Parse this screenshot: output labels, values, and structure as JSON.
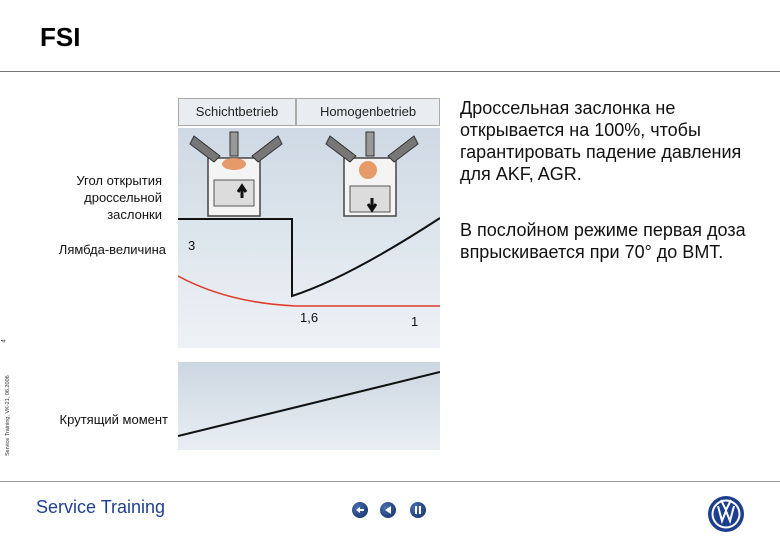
{
  "header": {
    "title": "FSI"
  },
  "side": {
    "footer_text": "Service Training, VK-21, 06.2006",
    "page_number": "4"
  },
  "diagram": {
    "mode_stratified": "Schichtbetrieb",
    "mode_homogeneous": "Homogenbetrieb",
    "label_throttle": "Угол открытия дроссельной заслонки",
    "label_lambda": "Лямбда-величина",
    "label_torque": "Крутящий момент",
    "value_3": "3",
    "value_16": "1,6",
    "value_1": "1",
    "colors": {
      "throttle_line": "#111111",
      "lambda_line": "#e03a2a",
      "panel": "#d6dfe8"
    }
  },
  "notes": {
    "paragraph1": "Дроссельная заслонка не открывается на  100%, чтобы гарантировать падение давления для AKF, AGR.",
    "paragraph2": "В послойном режиме первая доза впрыскивается при 70° до ВМТ."
  },
  "footer": {
    "brand": "Service Training",
    "nav": [
      "back-icon",
      "previous-icon",
      "pause-icon"
    ],
    "logo": "vw-logo-icon"
  }
}
